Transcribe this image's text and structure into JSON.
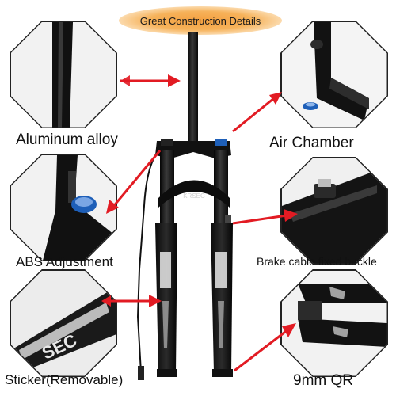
{
  "banner": {
    "title": "Great Construction Details"
  },
  "callouts": [
    {
      "label": "Aluminum alloy"
    },
    {
      "label": "Air Chamber"
    },
    {
      "label": "ABS Adjustment"
    },
    {
      "label": "Brake cable fixed buckle"
    },
    {
      "label": "Sticker(Removable)"
    },
    {
      "label": "9mm QR"
    }
  ],
  "fork": {
    "brand_text": "KRSEC"
  },
  "colors": {
    "arrow": "#e21b23",
    "fork_body": "#151515",
    "accent_blue": "#1e5fb8"
  }
}
